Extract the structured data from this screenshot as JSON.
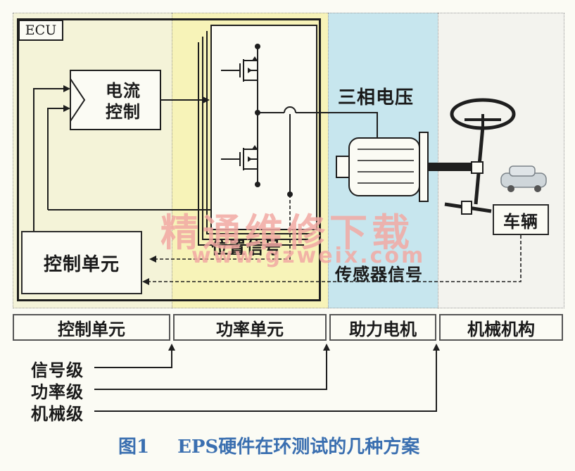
{
  "units": {
    "ecu": "ECU",
    "current_control": "电流控制",
    "control_unit": "控制单元",
    "three_phase": "三相电压",
    "position_signal": "位置信号",
    "sensor_signal": "传感器信号",
    "vehicle": "车辆"
  },
  "headers": [
    "控制单元",
    "功率单元",
    "助力电机",
    "机械机构"
  ],
  "levels": [
    "信号级",
    "功率级",
    "机械级"
  ],
  "watermark": {
    "cn": "精通维修下载",
    "url": "www.gzweix.com"
  },
  "caption": {
    "num": "图1",
    "text": "EPS硬件在环测试的几种方案"
  },
  "colors": {
    "power_zone": "#f7f3b8",
    "motor_zone": "#c7e6ee",
    "control_zone": "#f4f3d8",
    "caption": "#3a6fb0",
    "watermark": "#f2a9a3"
  }
}
